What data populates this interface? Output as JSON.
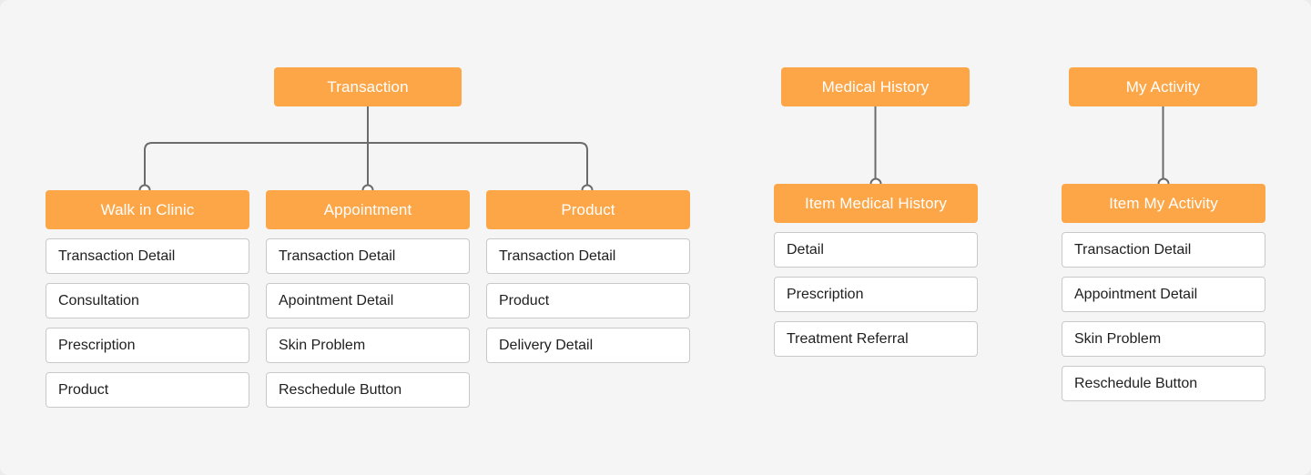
{
  "diagram": {
    "roots": [
      {
        "label": "Transaction",
        "children": [
          {
            "label": "Walk in Clinic",
            "items": [
              "Transaction Detail",
              "Consultation",
              "Prescription",
              "Product"
            ]
          },
          {
            "label": "Appointment",
            "items": [
              "Transaction Detail",
              "Apointment Detail",
              "Skin Problem",
              "Reschedule Button"
            ]
          },
          {
            "label": "Product",
            "items": [
              "Transaction Detail",
              "Product",
              "Delivery Detail"
            ]
          }
        ]
      },
      {
        "label": "Medical History",
        "children": [
          {
            "label": "Item Medical History",
            "items": [
              "Detail",
              "Prescription",
              "Treatment Referral"
            ]
          }
        ]
      },
      {
        "label": "My Activity",
        "children": [
          {
            "label": "Item My Activity",
            "items": [
              "Transaction Detail",
              "Appointment Detail",
              "Skin Problem",
              "Reschedule Button"
            ]
          }
        ]
      }
    ],
    "colors": {
      "node_fill": "#fca647",
      "node_text": "#ffffff",
      "item_border": "#c9c9c9",
      "connector": "#6b6b6b",
      "background": "#f5f5f5"
    }
  }
}
